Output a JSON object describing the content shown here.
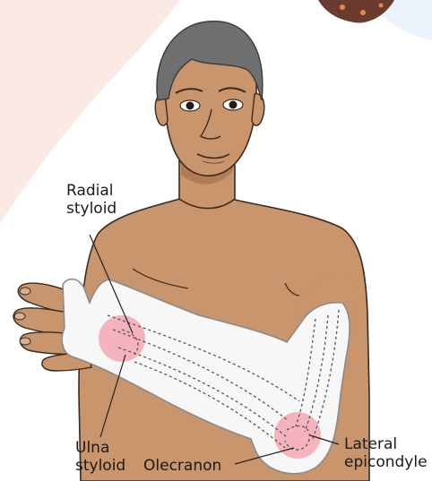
{
  "labels": {
    "radial_styloid": [
      "Radial",
      "styloid"
    ],
    "ulna_styloid": [
      "Ulna",
      "styloid"
    ],
    "olecranon": "Olecranon",
    "lateral_epicondyle": [
      "Lateral",
      "epicondyle"
    ]
  },
  "colors": {
    "skin": "#c9956c",
    "skin_shadow": "#b07b55",
    "hair": "#6f6f6f",
    "cast": "#f7f7f7",
    "cast_outline": "#9a9a9a",
    "pressure_point": "#f3a7b3",
    "background_blob": "#faeae3"
  }
}
